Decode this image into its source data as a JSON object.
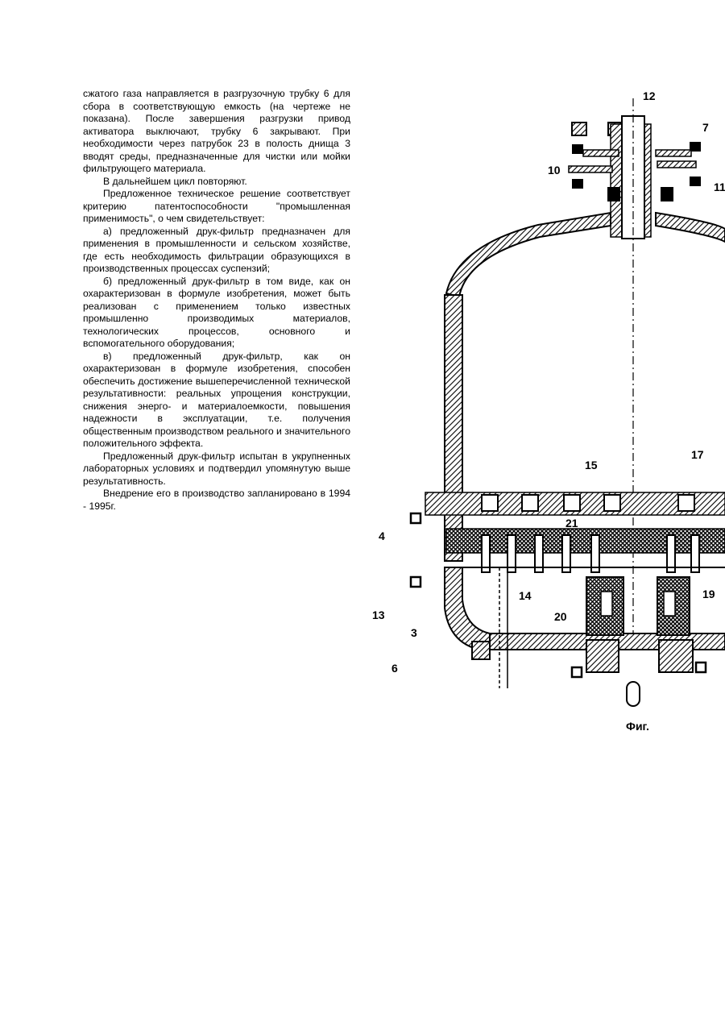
{
  "paragraphs": [
    {
      "text": "сжатого газа направляется в разгрузочную трубку 6 для сбора в соответствующую емкость (на чертеже не показана). После завершения разгрузки привод активатора выключают, трубку 6 закрывают. При необходимости через патрубок 23 в полость днища 3 вводят среды, предназначенные для чистки или мойки фильтрующего материала.",
      "indent": false
    },
    {
      "text": "В дальнейшем цикл повторяют.",
      "indent": true
    },
    {
      "text": "Предложенное техническое решение соответствует критерию патентоспособности \"промышленная применимость\", о чем свидетельствует:",
      "indent": true
    },
    {
      "text": "а) предложенный друк-фильтр предназначен для применения в промышленности и сельском хозяйстве, где есть необходимость фильтрации образующихся в производственных процессах суспензий;",
      "indent": true
    },
    {
      "text": "б) предложенный друк-фильтр в том виде, как он охарактеризован в формуле изобретения, может быть реализован с применением только известных промышленно производимых материалов, технологических процессов, основного и вспомогательного оборудования;",
      "indent": true
    },
    {
      "text": "в) предложенный друк-фильтр, как он охарактеризован в формуле изобретения, способен обеспечить достижение вышеперечисленной технической результативности: реальных упрощения конструкции, снижения энерго- и материалоемкости, повышения надежности в эксплуатации, т.е. получения общественным производством реального и значительного положительного эффекта.",
      "indent": true
    },
    {
      "text": "Предложенный друк-фильтр испытан в укрупненных лабораторных условиях и подтвердил упомянутую выше результативность.",
      "indent": true
    },
    {
      "text": "Внедрение его в производство запланировано в 1994 - 1995г.",
      "indent": true
    }
  ],
  "figure": {
    "caption": "Фиг.",
    "labels": {
      "l12": "12",
      "l7": "7",
      "l10": "10",
      "l11": "11",
      "l15": "15",
      "l17": "17",
      "l21": "21",
      "l4": "4",
      "l14": "14",
      "l19": "19",
      "l13": "13",
      "l20": "20",
      "l3": "3",
      "l6": "6"
    }
  }
}
